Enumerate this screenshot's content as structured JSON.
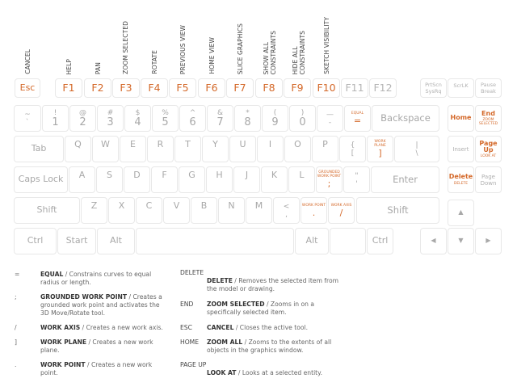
{
  "function_labels": {
    "esc": "CANCEL",
    "f1": "HELP",
    "f2": "PAN",
    "f3": "ZOOM SELECTED",
    "f4": "ROTATE",
    "f5": "PREVIOUS VIEW",
    "f6": "HOME VIEW",
    "f7": "SLICE GRAPHICS",
    "f8": "SHOW ALL\nCONSTRAINTS",
    "f9": "HIDE ALL\nCONSTRAINTS",
    "f10": "SKETCH VISIBILITY"
  },
  "function_row": {
    "esc": "Esc",
    "f1": "F1",
    "f2": "F2",
    "f3": "F3",
    "f4": "F4",
    "f5": "F5",
    "f6": "F6",
    "f7": "F7",
    "f8": "F8",
    "f9": "F9",
    "f10": "F10",
    "f11": "F11",
    "f12": "F12",
    "prtscn": "PrtScn",
    "sysrq": "SysRq",
    "scrlk": "ScrLK",
    "pause": "Pause",
    "break": "Break"
  },
  "number_row": [
    {
      "top": "~",
      "bot": "`"
    },
    {
      "top": "!",
      "bot": "1"
    },
    {
      "top": "@",
      "bot": "2"
    },
    {
      "top": "#",
      "bot": "3"
    },
    {
      "top": "$",
      "bot": "4"
    },
    {
      "top": "%",
      "bot": "5"
    },
    {
      "top": "^",
      "bot": "6"
    },
    {
      "top": "&",
      "bot": "7"
    },
    {
      "top": "*",
      "bot": "8"
    },
    {
      "top": "(",
      "bot": "9"
    },
    {
      "top": ")",
      "bot": "0"
    },
    {
      "top": "—",
      "bot": "-"
    },
    {
      "tag": "EQUAL",
      "bot": "="
    },
    {
      "label": "Backspace"
    }
  ],
  "qwerty_row": {
    "tab": "Tab",
    "letters": [
      "Q",
      "W",
      "E",
      "R",
      "T",
      "Y",
      "U",
      "I",
      "O",
      "P"
    ],
    "lbracket_top": "{",
    "lbracket_bot": "[",
    "rbracket_tag": "WORK\nPLANE",
    "rbracket_bot": "]",
    "backslash_top": "|",
    "backslash_bot": "\\"
  },
  "home_row": {
    "caps": "Caps Lock",
    "letters": [
      "A",
      "S",
      "D",
      "F",
      "G",
      "H",
      "J",
      "K",
      "L"
    ],
    "semicolon_tag": "GROUNDED\nWORK POINT",
    "semicolon_bot": ";",
    "quote_top": "\"",
    "quote_bot": "'",
    "enter": "Enter"
  },
  "shift_row": {
    "lshift": "Shift",
    "letters": [
      "Z",
      "X",
      "C",
      "V",
      "B",
      "N",
      "M"
    ],
    "comma_top": "<",
    "comma_bot": ",",
    "period_tag": "WORK POINT",
    "period_bot": ".",
    "slash_tag": "WORK AXIS",
    "slash_bot": "/",
    "rshift": "Shift"
  },
  "bottom_row": {
    "ctrl": "Ctrl",
    "start": "Start",
    "alt": "Alt",
    "alt_r": "Alt",
    "ctrl_r": "Ctrl"
  },
  "nav_cluster": {
    "home": "Home",
    "end": "End",
    "end_sub": "ZOOM\nSELECTED",
    "insert": "Insert",
    "pageup": "Page\nUp",
    "pageup_sub": "LOOK AT",
    "delete": "Delete",
    "delete_sub": "DELETE",
    "pagedown": "Page\nDown",
    "up": "▲",
    "left": "◀",
    "down": "▼",
    "right": "▶"
  },
  "legend_left": [
    {
      "sym": "=",
      "name": "EQUAL",
      "desc": " / Constrains curves to equal radius or length."
    },
    {
      "sym": ";",
      "name": "GROUNDED WORK POINT",
      "desc": " / Creates a grounded work point and activates the 3D Move/Rotate tool."
    },
    {
      "sym": "/",
      "name": "WORK AXIS",
      "desc": " / Creates a new work axis."
    },
    {
      "sym": "]",
      "name": "WORK PLANE",
      "desc": " / Creates a new work plane."
    },
    {
      "sym": ".",
      "name": "WORK POINT",
      "desc": " / Creates a new work point."
    }
  ],
  "legend_right": [
    {
      "key": "DELETE",
      "name": "DELETE",
      "desc": " / Removes the selected item from the model or drawing."
    },
    {
      "key": "END",
      "name": "ZOOM SELECTED",
      "desc": " / Zooms in on a specifically selected item."
    },
    {
      "key": "ESC",
      "name": "CANCEL",
      "desc": " / Closes the active tool."
    },
    {
      "key": "HOME",
      "name": "ZOOM ALL",
      "desc": " / Zooms to the extents of all objects in the graphics window."
    },
    {
      "key": "PAGE UP",
      "name": "LOOK AT",
      "desc": " / Looks at a selected entity."
    }
  ],
  "colors": {
    "accent": "#d4692a",
    "key_border": "#e8e8e8",
    "key_text": "#a8a8a8",
    "label_text": "#444444"
  }
}
